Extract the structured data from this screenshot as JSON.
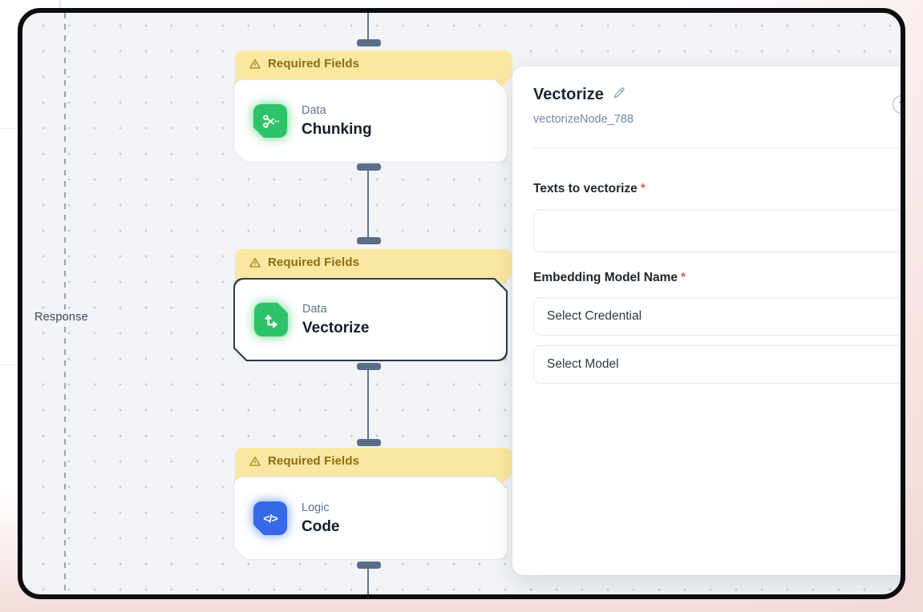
{
  "canvas": {
    "response_label": "Response",
    "nodes": [
      {
        "id": "chunking",
        "banner": "Required Fields",
        "category": "Data",
        "title": "Chunking",
        "icon": "scissors-icon",
        "icon_color": "#2EC368",
        "selected": false
      },
      {
        "id": "vectorize",
        "banner": "Required Fields",
        "category": "Data",
        "title": "Vectorize",
        "icon": "axes-arrows-icon",
        "icon_color": "#2EC368",
        "selected": true
      },
      {
        "id": "code",
        "banner": "Required Fields",
        "category": "Logic",
        "title": "Code",
        "icon": "code-icon",
        "icon_glyph": "</>",
        "icon_color": "#3569E8",
        "selected": false
      }
    ]
  },
  "panel": {
    "title": "Vectorize",
    "node_id": "vectorizeNode_788",
    "help_glyph": "?",
    "required_marker": "*",
    "fields": [
      {
        "label": "Texts to vectorize",
        "required": true,
        "value": "",
        "placeholder": ""
      },
      {
        "label": "Embedding Model Name",
        "required": true
      }
    ],
    "selects": [
      {
        "value": "Select Credential"
      },
      {
        "value": "Select Model"
      }
    ]
  },
  "colors": {
    "banner_bg": "#FAE8A2",
    "banner_text": "#8D6D12",
    "node_green": "#2EC368",
    "node_blue": "#3569E8",
    "selected_border": "#2C3A4E",
    "edge": "#64748B",
    "required_red": "#E25950",
    "canvas_bg": "#F1F3F7",
    "frame": "#0C0D0F"
  }
}
